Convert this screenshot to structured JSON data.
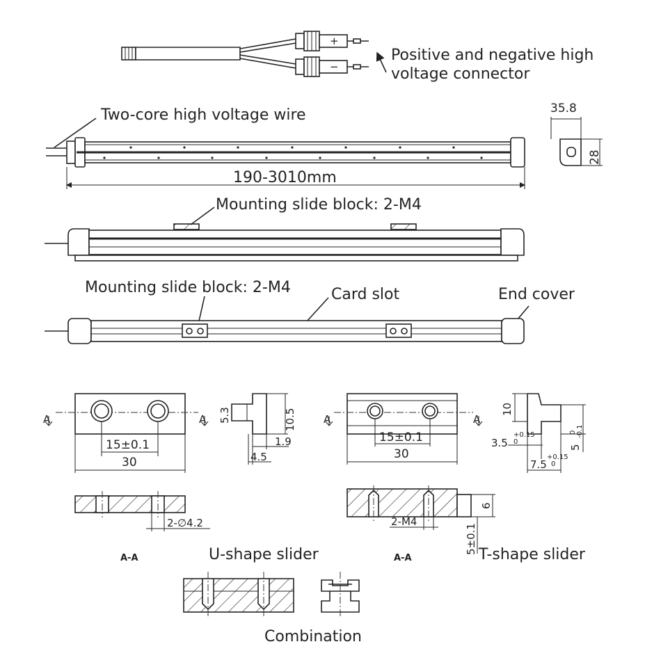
{
  "labels": {
    "connector": [
      "Positive and negative high",
      "voltage connector"
    ],
    "wire": "Two-core high voltage wire",
    "length": "190-3010mm",
    "slide_block_top": "Mounting slide block:  2-M4",
    "slide_block_bottom": "Mounting slide block:  2-M4",
    "card_slot": "Card slot",
    "end_cover": "End cover",
    "u_slider": "U-shape slider",
    "t_slider": "T-shape  slider",
    "combination": "Combination",
    "section_u": "A-A",
    "section_t": "A-A",
    "section_mark": "A",
    "plus": "+",
    "minus": "−"
  },
  "dims": {
    "end_width": "35.8",
    "end_height": "28",
    "u_hole_spacing": "15±0.1",
    "u_length": "30",
    "u_side_h1": "5.3",
    "u_side_h2": "10.5",
    "u_side_w1": "1.9",
    "u_side_w2": "4.5",
    "u_hole_dia": "2-∅4.2",
    "t_hole_spacing": "15±0.1",
    "t_length": "30",
    "t_side_h": "10",
    "t_side_w1": "3.5",
    "t_tol1_upper": "+0.15",
    "t_tol1_lower": "0",
    "t_side_w2": "7.5",
    "t_tol2_upper": "+0.15",
    "t_tol2_lower": "0",
    "t_side_h2": "5",
    "t_tol3_upper": "0",
    "t_tol3_lower": "-0.1",
    "t_thread": "2-M4",
    "t_depth": "6",
    "t_base": "5±0.1"
  }
}
